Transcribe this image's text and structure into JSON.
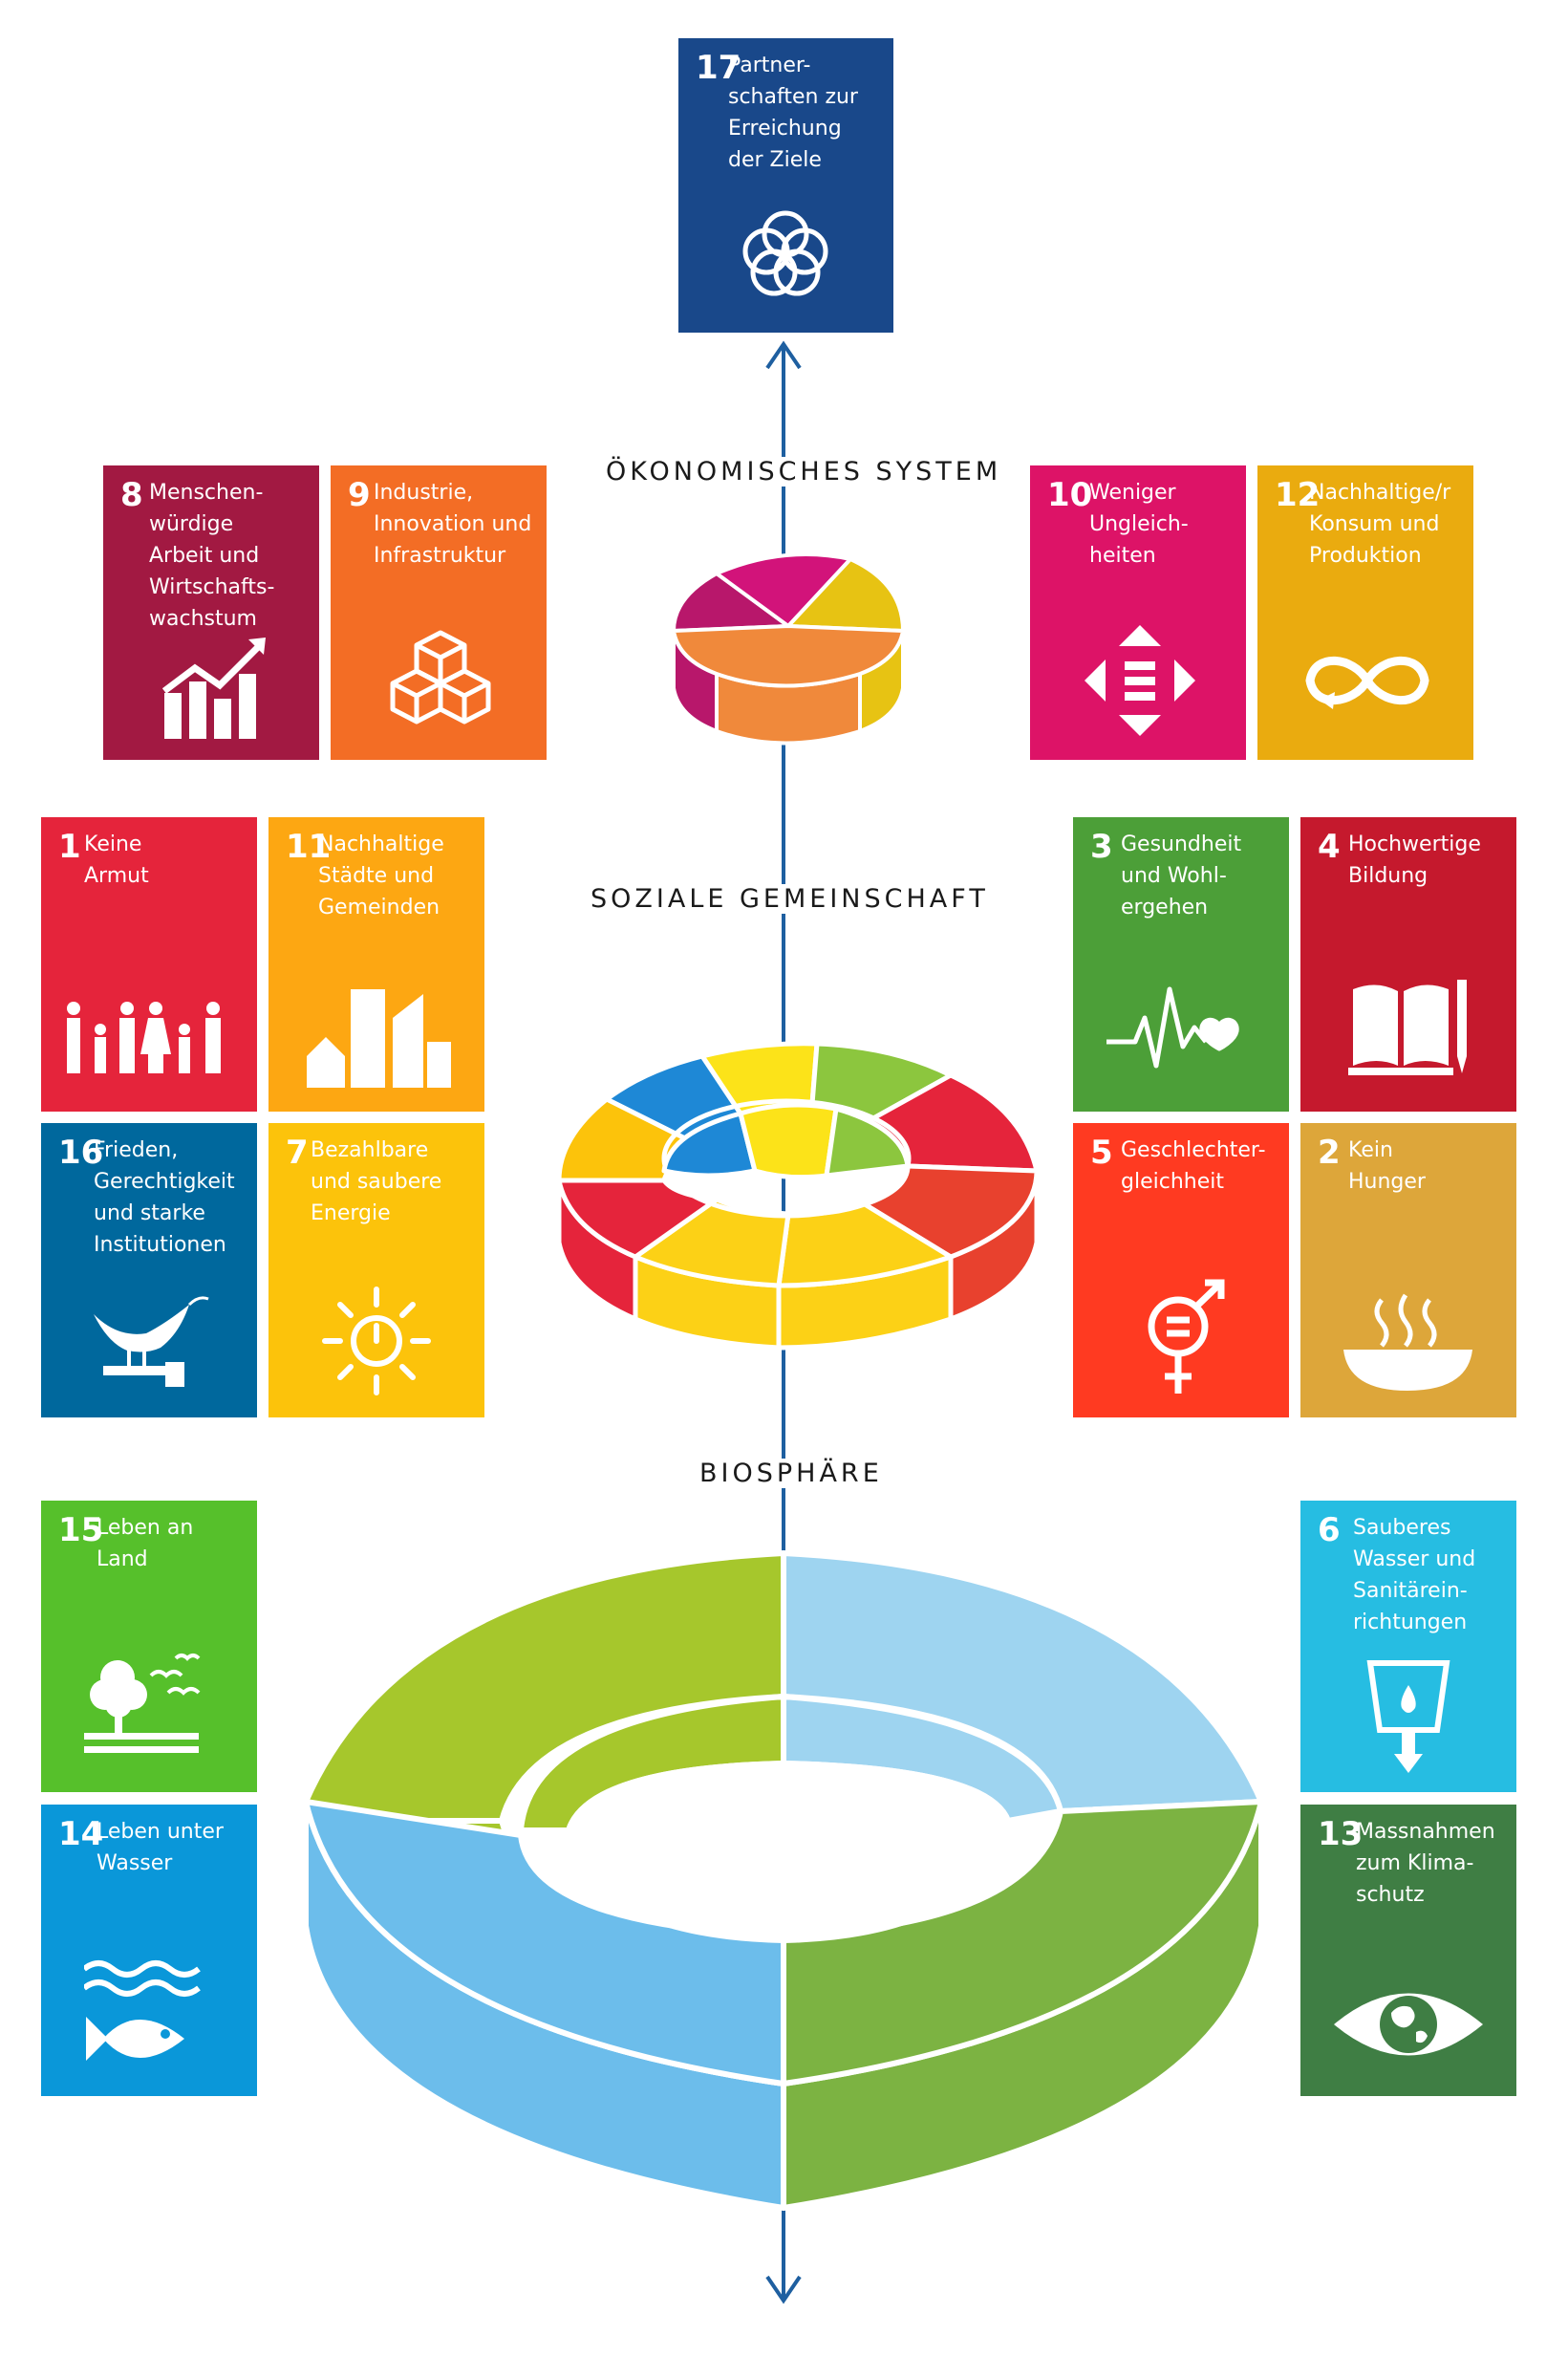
{
  "sections": {
    "economy": "ÖKONOMISCHES SYSTEM",
    "society": "SOZIALE GEMEINSCHAFT",
    "biosphere": "BIOSPHÄRE"
  },
  "goals": {
    "g17": {
      "number": "17",
      "label": "Partner-\nschaften zur\nErreichung\nder Ziele",
      "color": "#19488A",
      "icon": "interlinked-rings-icon"
    },
    "g8": {
      "number": "8",
      "label": "Menschen-\nwürdige\nArbeit und\nWirtschafts-\nwachstum",
      "color": "#A21942",
      "icon": "growth-chart-icon"
    },
    "g9": {
      "number": "9",
      "label": "Industrie,\nInnovation und\nInfrastruktur",
      "color": "#F36D25",
      "icon": "cubes-icon"
    },
    "g10": {
      "number": "10",
      "label": "Weniger\nUngleich-\nheiten",
      "color": "#DD1367",
      "icon": "equality-arrows-icon"
    },
    "g12": {
      "number": "12",
      "label": "Nachhaltige/r\nKonsum und\nProduktion",
      "color": "#EAAB0F",
      "icon": "infinity-icon"
    },
    "g1": {
      "number": "1",
      "label": "Keine\nArmut",
      "color": "#E5243B",
      "icon": "family-icon"
    },
    "g11": {
      "number": "11",
      "label": "Nachhaltige\nStädte und\nGemeinden",
      "color": "#FDA712",
      "icon": "city-icon"
    },
    "g3": {
      "number": "3",
      "label": "Gesundheit\nund Wohl-\nergehen",
      "color": "#4C9F38",
      "icon": "heartbeat-icon"
    },
    "g4": {
      "number": "4",
      "label": "Hochwertige\nBildung",
      "color": "#C5192D",
      "icon": "book-icon"
    },
    "g16": {
      "number": "16",
      "label": "Frieden,\nGerechtigkeit\nund starke\nInstitutionen",
      "color": "#00689D",
      "icon": "dove-icon"
    },
    "g7": {
      "number": "7",
      "label": "Bezahlbare\nund saubere\nEnergie",
      "color": "#FCC30B",
      "icon": "sun-power-icon"
    },
    "g5": {
      "number": "5",
      "label": "Geschlechter-\ngleichheit",
      "color": "#FF3A21",
      "icon": "gender-equality-icon"
    },
    "g2": {
      "number": "2",
      "label": "Kein\nHunger",
      "color": "#DDA63A",
      "icon": "bowl-icon"
    },
    "g15": {
      "number": "15",
      "label": "Leben an\nLand",
      "color": "#56C02B",
      "icon": "tree-birds-icon"
    },
    "g6": {
      "number": "6",
      "label": "Sauberes\nWasser und\nSanitärein-\nrichtungen",
      "color": "#26BDE2",
      "icon": "water-glass-icon"
    },
    "g14": {
      "number": "14",
      "label": "Leben unter\nWasser",
      "color": "#0A97D9",
      "icon": "fish-icon"
    },
    "g13": {
      "number": "13",
      "label": "Massnahmen\nzum Klima-\nschutz",
      "color": "#3F7E44",
      "icon": "earth-eye-icon"
    }
  },
  "colors": {
    "axis": "#1E5FA0",
    "pieMagenta": "#D2137A",
    "pieYellow": "#E7C313",
    "pieOrange": "#F0893B",
    "pieDarkMagenta": "#B8176B",
    "ringGreen": "#A6C72C",
    "ringLightBlue": "#9ED4F0",
    "ringBlue": "#6CBDEB",
    "ringDarkGreen": "#7CB342"
  }
}
